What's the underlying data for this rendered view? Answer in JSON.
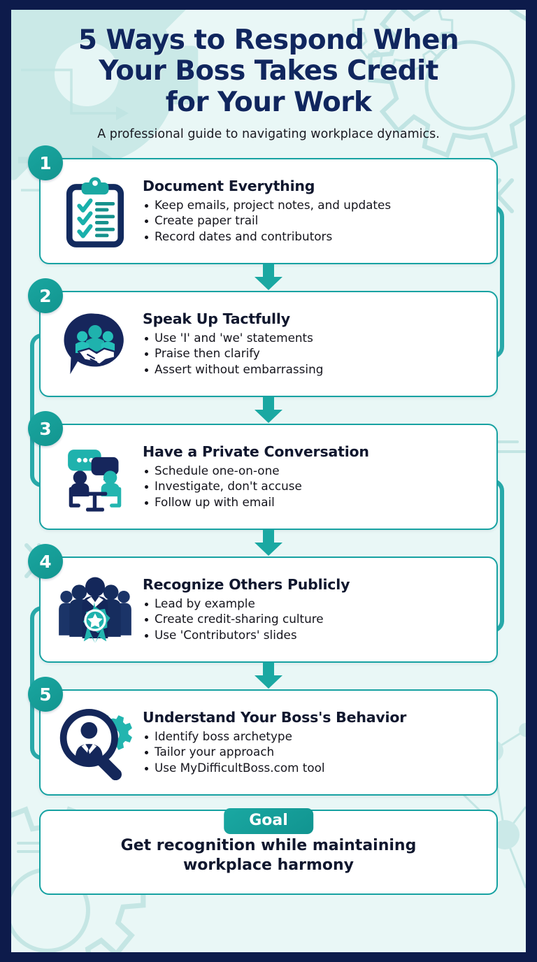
{
  "theme": {
    "frame_color": "#0d1b4b",
    "canvas_bg": "#e9f7f6",
    "accent_teal": "#17a2a2",
    "deep_navy": "#10265e",
    "badge_teal": "#19a6a0"
  },
  "header": {
    "title": "5 Ways to Respond When Your Boss Takes Credit for Your Work",
    "title_line1": "5 Ways to Respond When",
    "title_line2": "Your Boss Takes Credit",
    "title_line3": "for Your Work",
    "subtitle": "A professional guide to navigating workplace dynamics."
  },
  "steps": [
    {
      "number": "1",
      "icon": "clipboard-checklist-icon",
      "title": "Document Everything",
      "bullets": [
        "Keep emails, project notes, and updates",
        "Create paper trail",
        "Record dates and contributors"
      ]
    },
    {
      "number": "2",
      "icon": "speech-bubble-handshake-icon",
      "title": "Speak Up Tactfully",
      "bullets": [
        "Use 'I' and 'we' statements",
        "Praise then clarify",
        "Assert without embarrassing"
      ]
    },
    {
      "number": "3",
      "icon": "two-people-conversation-icon",
      "title": "Have a Private Conversation",
      "bullets": [
        "Schedule one-on-one",
        "Investigate, don't accuse",
        "Follow up with email"
      ]
    },
    {
      "number": "4",
      "icon": "team-award-badge-icon",
      "title": "Recognize Others Publicly",
      "bullets": [
        "Lead by example",
        "Create credit-sharing culture",
        "Use 'Contributors' slides"
      ]
    },
    {
      "number": "5",
      "icon": "magnifier-person-gear-icon",
      "title": "Understand Your Boss's Behavior",
      "bullets": [
        "Identify boss archetype",
        "Tailor your approach",
        "Use MyDifficultBoss.com tool"
      ]
    }
  ],
  "goal": {
    "label": "Goal",
    "text_line1": "Get recognition while maintaining",
    "text_line2": "workplace harmony",
    "text": "Get recognition while maintaining workplace harmony"
  }
}
